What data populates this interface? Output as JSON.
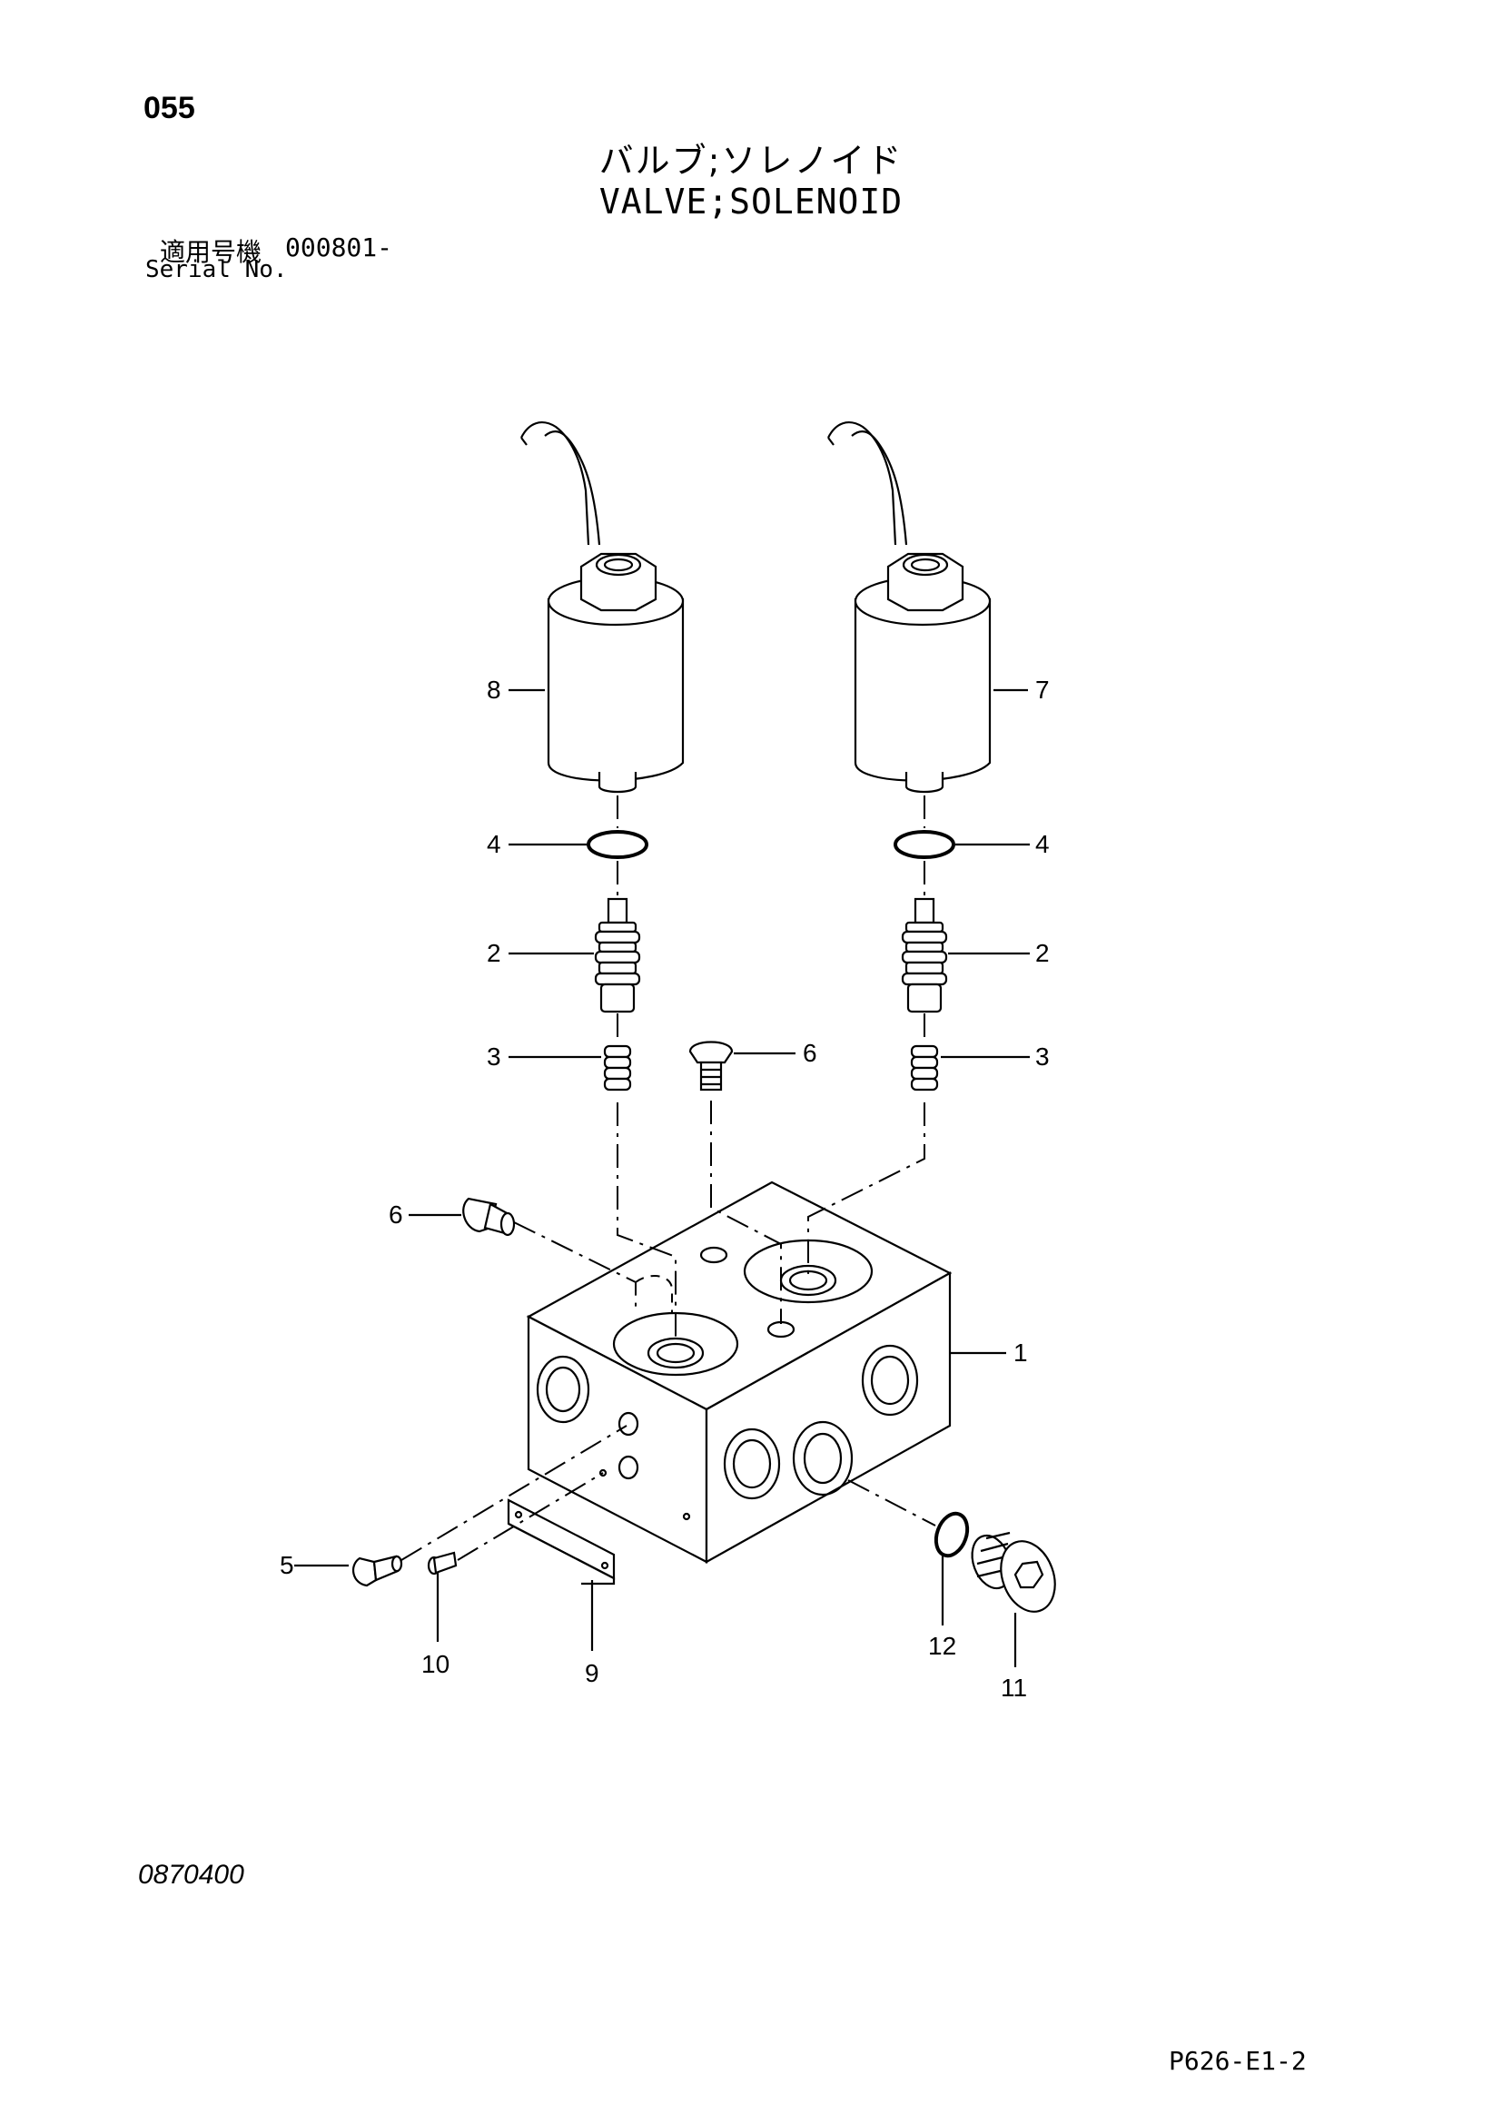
{
  "header": {
    "page_number": "055",
    "title_japanese": "バルブ;ソレノイド",
    "title_english": "VALVE;SOLENOID",
    "serial_label_japanese": "適用号機",
    "serial_range": "000801-",
    "serial_label_english": "Serial No."
  },
  "footer": {
    "drawing_number": "0870400",
    "sheet_code": "P626-E1-2"
  },
  "callouts": [
    {
      "number": "1",
      "part": "valve-body"
    },
    {
      "number": "2",
      "part": "valve-cartridge-left"
    },
    {
      "number": "2",
      "part": "valve-cartridge-right"
    },
    {
      "number": "3",
      "part": "spring-left"
    },
    {
      "number": "3",
      "part": "spring-right"
    },
    {
      "number": "4",
      "part": "o-ring-left"
    },
    {
      "number": "4",
      "part": "o-ring-right"
    },
    {
      "number": "5",
      "part": "screw-front"
    },
    {
      "number": "6",
      "part": "plug-top"
    },
    {
      "number": "6",
      "part": "plug-side"
    },
    {
      "number": "7",
      "part": "solenoid-coil-right"
    },
    {
      "number": "8",
      "part": "solenoid-coil-left"
    },
    {
      "number": "9",
      "part": "name-plate"
    },
    {
      "number": "10",
      "part": "rivet"
    },
    {
      "number": "11",
      "part": "port-plug"
    },
    {
      "number": "12",
      "part": "port-o-ring"
    }
  ]
}
